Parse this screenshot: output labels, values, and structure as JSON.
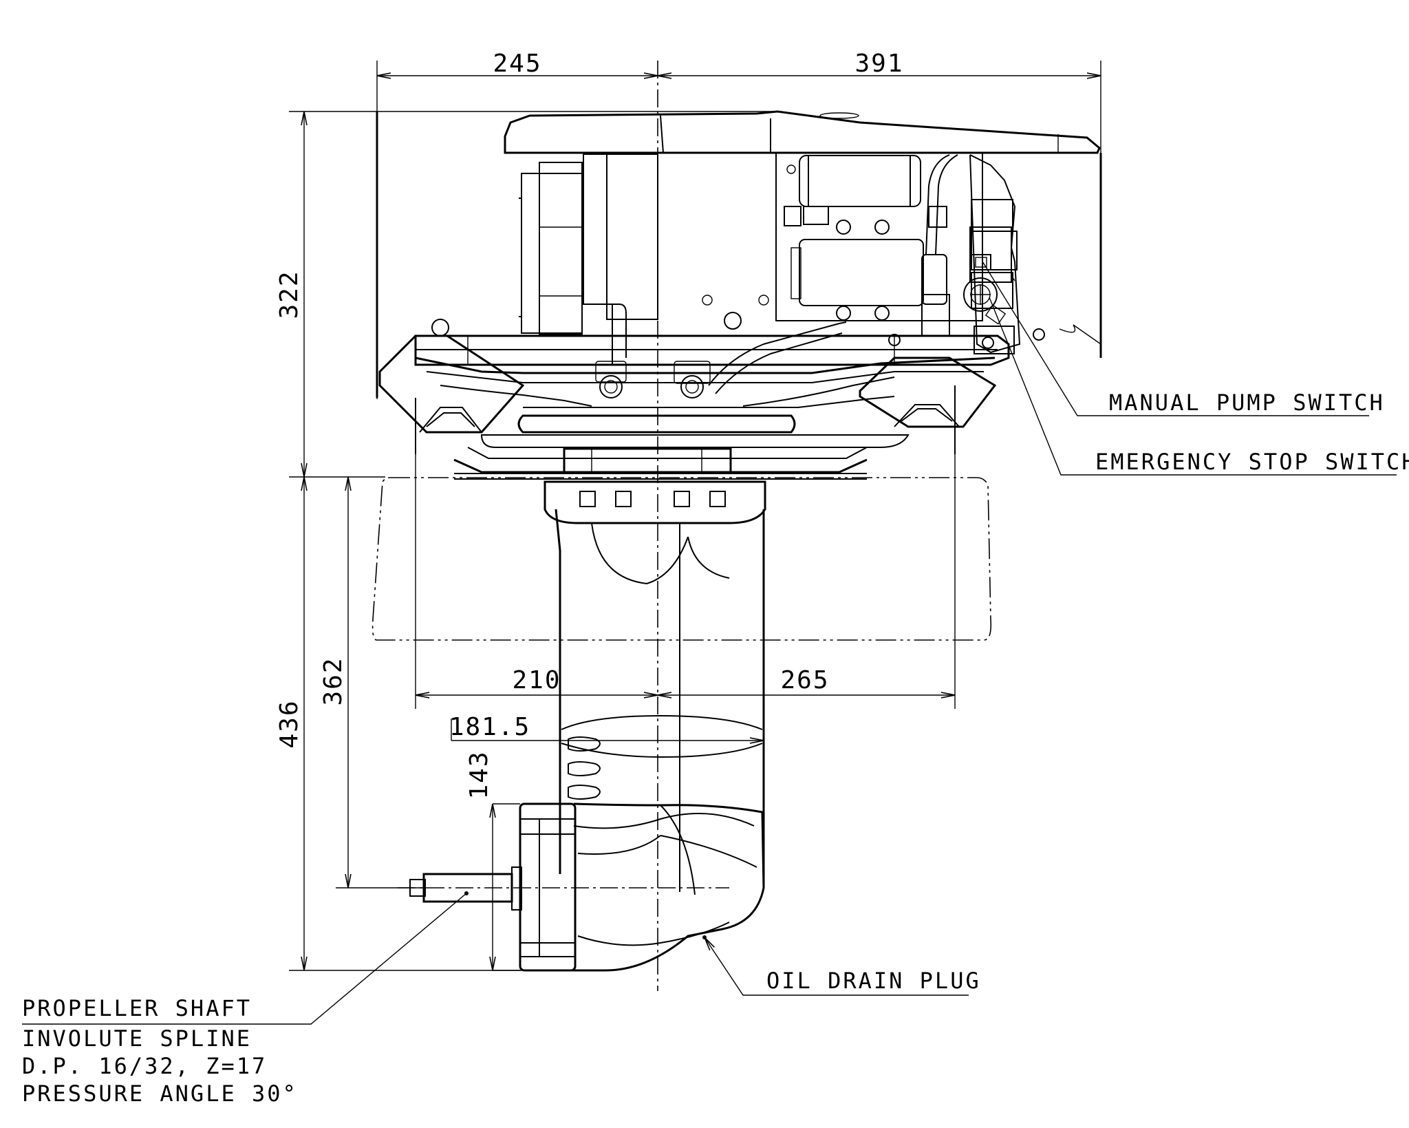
{
  "dimensions": {
    "top_left": "245",
    "top_right": "391",
    "upper_height": "322",
    "lower_height": "436",
    "shaft_height": "362",
    "lower_left": "210",
    "lower_right": "265",
    "half_width": "181.5",
    "hub_height": "143"
  },
  "callouts": {
    "manual_pump_switch": "MANUAL PUMP SWITCH",
    "emergency_stop_switch": "EMERGENCY STOP SWITCH",
    "oil_drain_plug": "OIL DRAIN PLUG"
  },
  "shaft_note": {
    "line1": "PROPELLER SHAFT",
    "line2": "INVOLUTE SPLINE",
    "line3": "D.P. 16/32, Z=17",
    "line4": "PRESSURE ANGLE 30°"
  }
}
